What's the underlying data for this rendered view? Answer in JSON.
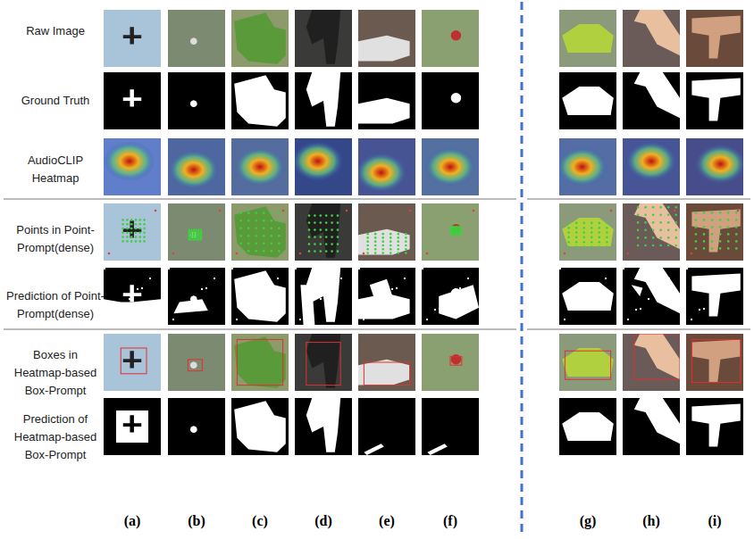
{
  "diagram": {
    "labels": [
      "Raw Image",
      "Ground Truth",
      "AudioCLIP Heatmap",
      "Points in Point-Prompt(dense)",
      "Prediction of Point-Prompt(dense)",
      "Boxes in Heatmap-based Box-Prompt",
      "Prediction of Heatmap-based Box-Prompt",
      "(a)",
      "(b)",
      "(c)",
      "(d)",
      "(e)",
      "(f)",
      "(g)",
      "(h)",
      "(i)"
    ]
  }
}
